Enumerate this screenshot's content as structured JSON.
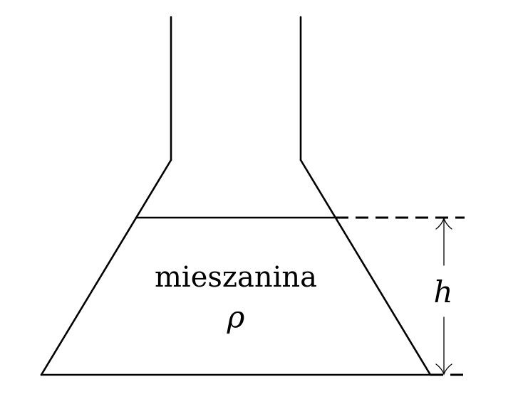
{
  "diagram": {
    "liquid_label": "mieszanina",
    "density_symbol": "ρ",
    "height_symbol": "h"
  },
  "colors": {
    "stroke": "#000000",
    "background": "#ffffff"
  }
}
